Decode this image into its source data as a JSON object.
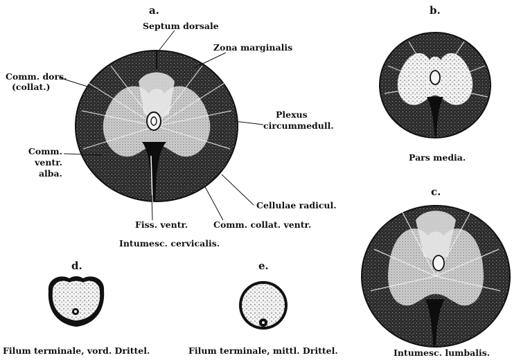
{
  "panels": {
    "a": {
      "letter": "a.",
      "caption": "Intumesc. cervicalis.",
      "labels": {
        "septum_dorsale": "Septum dorsale",
        "zona_marginalis": "Zona marginalis",
        "comm_dors": "Comm. dors.",
        "collat": "(collat.)",
        "plexus": "Plexus",
        "circummedull": "circummedull.",
        "comm_ventr": "Comm.",
        "ventr": "ventr.",
        "alba": "alba.",
        "cellulae": "Cellulae radicul.",
        "fiss_ventr": "Fiss. ventr.",
        "comm_collat_ventr": "Comm. collat. ventr."
      }
    },
    "b": {
      "letter": "b.",
      "caption": "Pars media."
    },
    "c": {
      "letter": "c.",
      "caption": "Intumesc. lumbalis."
    },
    "d": {
      "letter": "d.",
      "caption": "Filum terminale, vord. Drittel."
    },
    "e": {
      "letter": "e.",
      "caption": "Filum terminale, mittl. Drittel."
    }
  }
}
